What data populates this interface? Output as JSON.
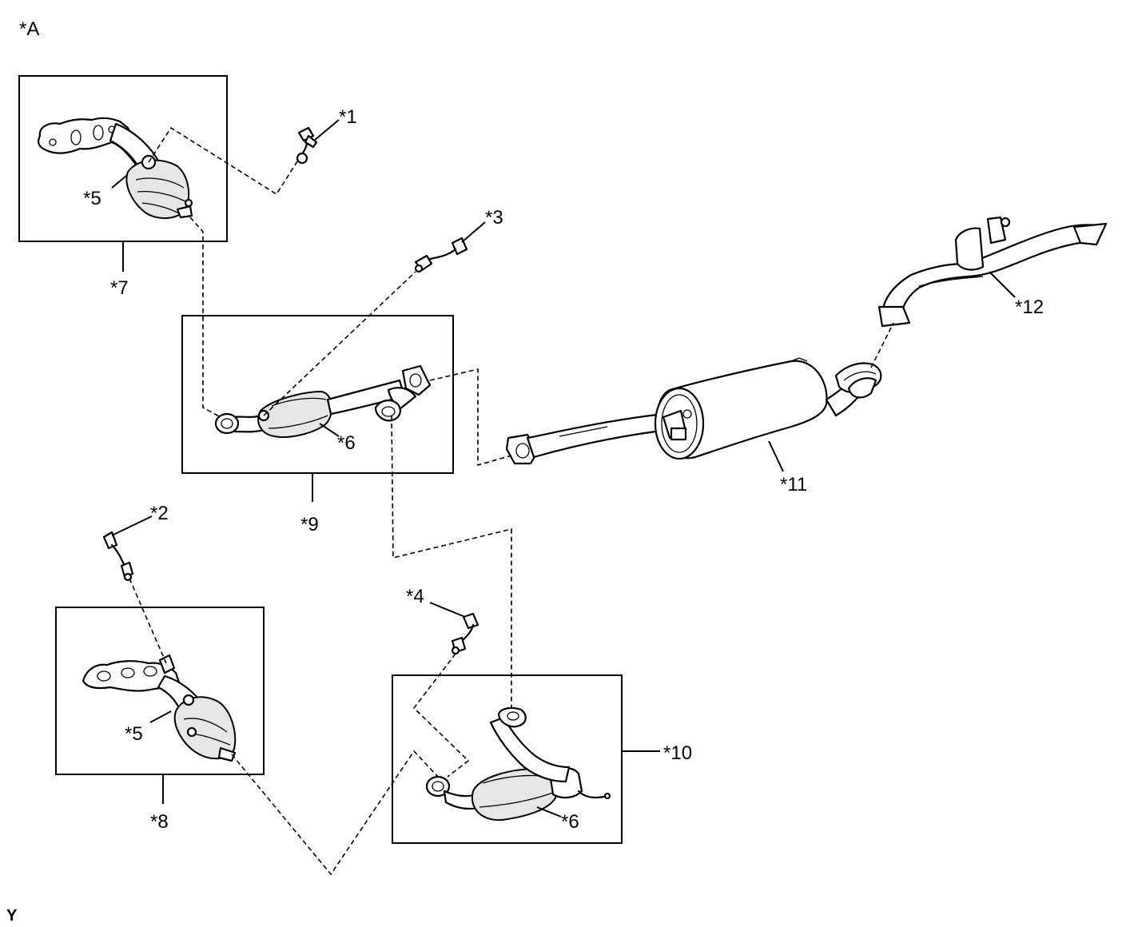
{
  "figure": {
    "view_label": "*A",
    "figure_code": "Y"
  },
  "callouts": {
    "c1": "*1",
    "c2": "*2",
    "c3": "*3",
    "c4": "*4",
    "c5_upper": "*5",
    "c5_lower": "*5",
    "c6_center": "*6",
    "c6_lower": "*6",
    "c7": "*7",
    "c8": "*8",
    "c9": "*9",
    "c10": "*10",
    "c11": "*11",
    "c12": "*12"
  }
}
